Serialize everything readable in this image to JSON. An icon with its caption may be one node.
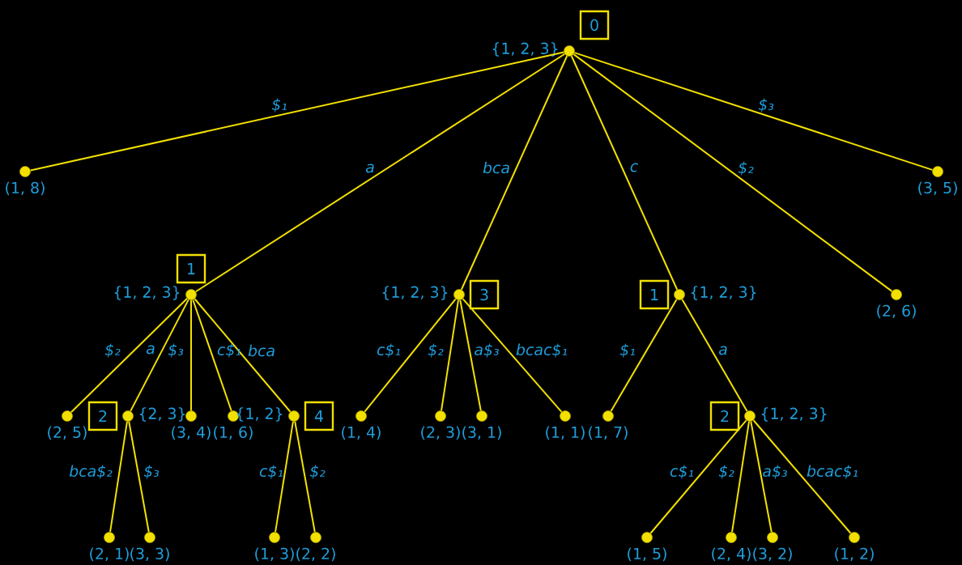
{
  "diagram": {
    "nodes": [
      {
        "text": [
          "{1, 2, 3}"
        ],
        "beside": [
          "0"
        ]
      },
      {
        "text": [
          "(1, 8)"
        ]
      },
      {
        "text": [
          "(3, 5)"
        ]
      },
      {
        "text": [
          "{1, 2, 3}"
        ],
        "beside": [
          "1"
        ]
      },
      {
        "text": [
          "{1, 2, 3}"
        ],
        "beside": [
          "3"
        ]
      },
      {
        "text": [
          "{1, 2, 3}"
        ],
        "beside": [
          "1"
        ]
      },
      {
        "text": [
          "(2, 6)"
        ]
      },
      {
        "text": [
          "(2, 5)"
        ]
      },
      {
        "text": [
          "{2, 3}"
        ],
        "beside": [
          "2"
        ]
      },
      {
        "text": [
          "(3, 4)"
        ]
      },
      {
        "text": [
          "(1, 6)"
        ]
      },
      {
        "text": [
          "{1, 2}"
        ],
        "beside": [
          "4"
        ]
      },
      {
        "text": [
          "(1, 4)"
        ]
      },
      {
        "text": [
          "(2, 3)"
        ]
      },
      {
        "text": [
          "(3, 1)"
        ]
      },
      {
        "text": [
          "(1, 1)"
        ]
      },
      {
        "text": [
          "(1, 7)"
        ]
      },
      {
        "text": [
          "{1, 2, 3}"
        ],
        "beside": [
          "2"
        ]
      },
      {
        "text": [
          "(2, 1)"
        ]
      },
      {
        "text": [
          "(3, 3)"
        ]
      },
      {
        "text": [
          "(1, 3)"
        ]
      },
      {
        "text": [
          "(2, 2)"
        ]
      },
      {
        "text": [
          "(1, 5)"
        ]
      },
      {
        "text": [
          "(2, 4)"
        ]
      },
      {
        "text": [
          "(3, 2)"
        ]
      },
      {
        "text": [
          "(1, 2)"
        ]
      }
    ],
    "edges": [
      {
        "from": 0,
        "to": 1,
        "arrow": "none",
        "label": "$₁"
      },
      {
        "from": 0,
        "to": 3,
        "arrow": "none",
        "label": "a"
      },
      {
        "from": 0,
        "to": 4,
        "arrow": "none",
        "label": "bca"
      },
      {
        "from": 0,
        "to": 5,
        "arrow": "none",
        "label": "c"
      },
      {
        "from": 0,
        "to": 6,
        "arrow": "none",
        "label": "$₂"
      },
      {
        "from": 0,
        "to": 2,
        "arrow": "none",
        "label": "$₃"
      },
      {
        "from": 3,
        "to": 7,
        "arrow": "none",
        "label": "$₂"
      },
      {
        "from": 3,
        "to": 8,
        "arrow": "none",
        "label": "a"
      },
      {
        "from": 3,
        "to": 9,
        "arrow": "none",
        "label": "$₃"
      },
      {
        "from": 3,
        "to": 10,
        "arrow": "none",
        "label": "c$₁"
      },
      {
        "from": 3,
        "to": 11,
        "arrow": "none",
        "label": "bca"
      },
      {
        "from": 4,
        "to": 12,
        "arrow": "none",
        "label": "c$₁"
      },
      {
        "from": 4,
        "to": 13,
        "arrow": "none",
        "label": "$₂"
      },
      {
        "from": 4,
        "to": 14,
        "arrow": "none",
        "label": "a$₃"
      },
      {
        "from": 4,
        "to": 15,
        "arrow": "none",
        "label": "bcac$₁"
      },
      {
        "from": 5,
        "to": 16,
        "arrow": "none",
        "label": "$₁"
      },
      {
        "from": 5,
        "to": 17,
        "arrow": "none",
        "label": "a"
      },
      {
        "from": 8,
        "to": 18,
        "arrow": "none",
        "label": "bca$₂"
      },
      {
        "from": 8,
        "to": 19,
        "arrow": "none",
        "label": "$₃"
      },
      {
        "from": 11,
        "to": 20,
        "arrow": "none",
        "label": "c$₁"
      },
      {
        "from": 11,
        "to": 21,
        "arrow": "none",
        "label": "$₂"
      },
      {
        "from": 17,
        "to": 22,
        "arrow": "none",
        "label": "c$₁"
      },
      {
        "from": 17,
        "to": 23,
        "arrow": "none",
        "label": "$₂"
      },
      {
        "from": 17,
        "to": 24,
        "arrow": "none",
        "label": "a$₃"
      },
      {
        "from": 17,
        "to": 25,
        "arrow": "none",
        "label": "bcac$₁"
      }
    ]
  }
}
